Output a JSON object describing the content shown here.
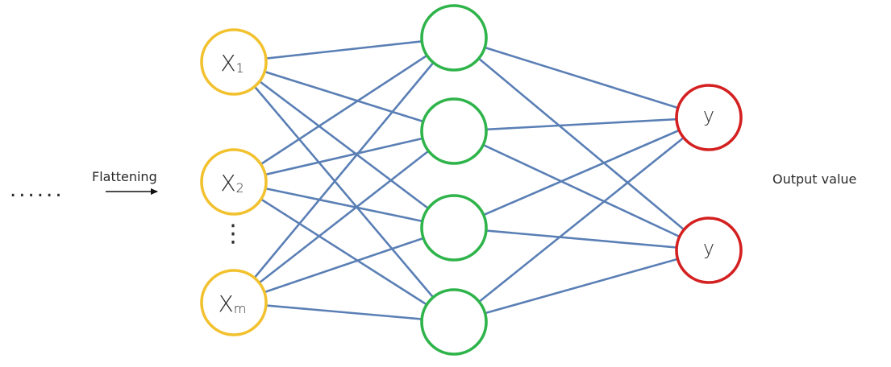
{
  "diagram": {
    "colors": {
      "edge": "#5a7fb5",
      "input_stroke": "#f2c12e",
      "hidden_stroke": "#2eb44a",
      "output_stroke": "#d42020",
      "arrow": "#111111"
    },
    "prefix_dots": "......",
    "flatten_label": "Flattening",
    "inputs": [
      {
        "main": "X",
        "sub": "1"
      },
      {
        "main": "X",
        "sub": "2"
      },
      {
        "main": "X",
        "sub": "m"
      }
    ],
    "vertical_ellipsis": "⋮",
    "hidden_count": 4,
    "outputs": [
      "y",
      "y"
    ],
    "output_caption": "Output value"
  }
}
